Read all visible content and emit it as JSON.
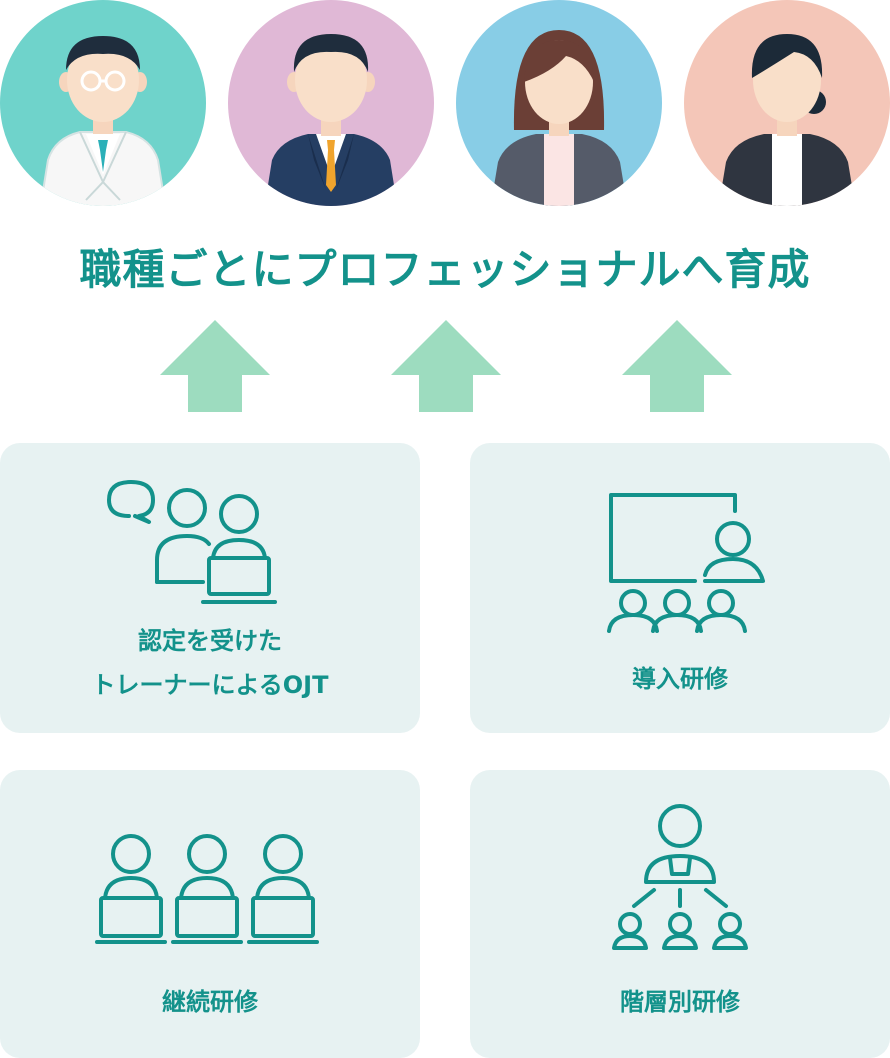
{
  "headline": "職種ごとにプロフェッショナルへ育成",
  "avatars": [
    {
      "role": "doctor",
      "bg": "#6fd3cb"
    },
    {
      "role": "businessman",
      "bg": "#e0b8d6"
    },
    {
      "role": "woman-long-hair",
      "bg": "#88cde6"
    },
    {
      "role": "woman-bun",
      "bg": "#f4c6b8"
    }
  ],
  "colors": {
    "accent": "#13928b",
    "arrow": "#9ddcbf",
    "card": "#e7f2f2"
  },
  "cards": [
    {
      "icon": "trainer-icon",
      "line1": "認定を受けた",
      "line2": "トレーナーによるOJT"
    },
    {
      "icon": "presentation-icon",
      "label": "導入研修"
    },
    {
      "icon": "laptop-group-icon",
      "label": "継続研修"
    },
    {
      "icon": "hierarchy-icon",
      "label": "階層別研修"
    }
  ]
}
